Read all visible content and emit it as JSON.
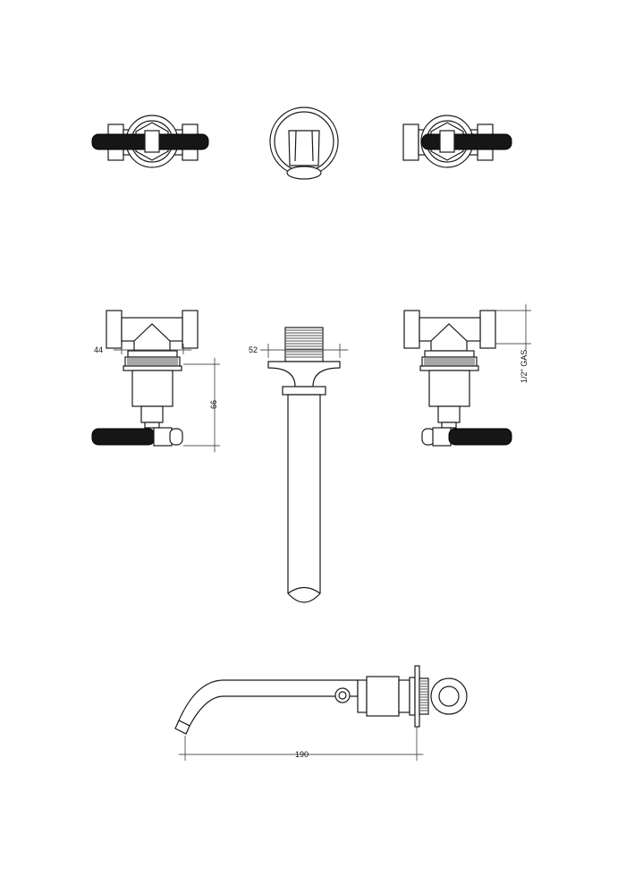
{
  "dimensions": {
    "handle_width": "44",
    "spout_base_width": "52",
    "valve_height": "66",
    "spout_projection": "190",
    "thread_size": "1/2\" GAS"
  },
  "colors": {
    "line": "#1a1a1a",
    "handle_fill": "#161616",
    "background": "#ffffff"
  }
}
